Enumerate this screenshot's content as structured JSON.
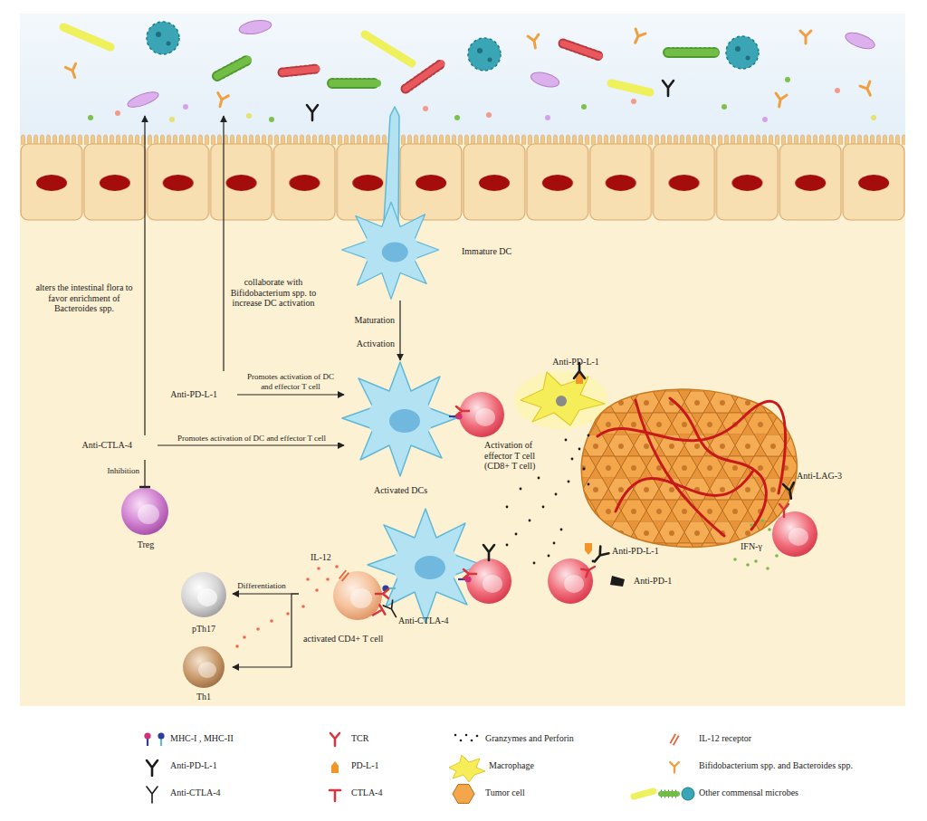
{
  "diagram": {
    "nodes": [
      {
        "text": [
          "Immature DC"
        ]
      },
      {
        "text": [
          "Anti-PD-L-1"
        ]
      },
      {
        "text": [
          "Activated DCs"
        ]
      },
      {
        "text": [
          "Activation of effector T cell (CD8+ T cell)"
        ]
      },
      {
        "text": [
          "Anti-CTLA-4"
        ]
      },
      {
        "text": [
          "Treg"
        ]
      },
      {
        "text": [
          "activated CD4+ T cell"
        ]
      },
      {
        "text": [
          "pTh17"
        ]
      },
      {
        "text": [
          "Th1"
        ]
      }
    ],
    "edges": [
      {
        "from": 0,
        "to": 2,
        "arrow": "to"
      },
      {
        "from": 1,
        "to": 2,
        "label": "Promotes activation of DC and effector T cell",
        "arrow": "to"
      },
      {
        "from": 4,
        "to": 2,
        "label": "Promotes activation of DC and effector T cell",
        "arrow": "to"
      },
      {
        "from": 4,
        "to": 5,
        "label": "Inhibition",
        "arrow": "to"
      },
      {
        "from": 6,
        "to": 7,
        "label": "Differentiation",
        "arrow": "to"
      },
      {
        "from": 6,
        "to": 8,
        "arrow": "to"
      }
    ],
    "labels": [
      "alters the intestinal flora to favor enrichment of Bacteroides spp.",
      "collaborate with Bifidobacterium spp. to increase DC activation",
      "Maturation",
      "Activation",
      "Anti-PD-L-1",
      "IL-12",
      "Anti-CTLA-4",
      "Anti-PD-L-1",
      "Anti-PD-1",
      "Anti-LAG-3",
      "IFN-γ"
    ],
    "legend": [
      {
        "text": "MHC-I , MHC-II"
      },
      {
        "text": "TCR"
      },
      {
        "text": "Granzymes and Perforin"
      },
      {
        "text": "IL-12 receptor"
      },
      {
        "text": "Anti-PD-L-1"
      },
      {
        "text": "PD-L-1"
      },
      {
        "text": "Macrophage"
      },
      {
        "text": "Bifidobacterium spp. and Bacteroides spp."
      },
      {
        "text": "Anti-CTLA-4"
      },
      {
        "text": "CTLA-4"
      },
      {
        "text": "Tumor cell"
      },
      {
        "text": "Other commensal microbes"
      }
    ]
  }
}
